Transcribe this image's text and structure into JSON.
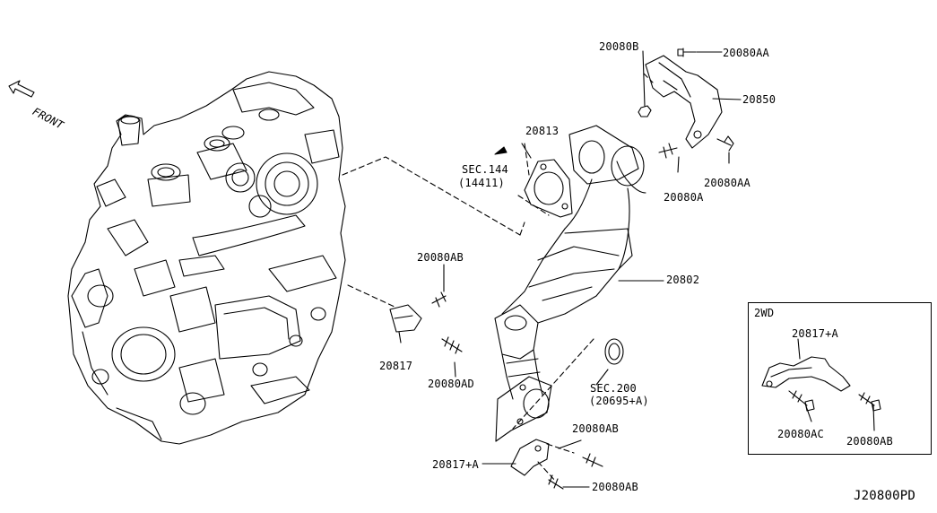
{
  "front_label": "FRONT",
  "diagram_code": "J20800PD",
  "inset": {
    "title": "2WD"
  },
  "labels": {
    "p20080B": "20080B",
    "p20080AA_top": "20080AA",
    "p20850": "20850",
    "p20813": "20813",
    "sec144": "SEC.144",
    "sec144_ref": "(14411)",
    "p20080AA_bottom": "20080AA",
    "p20080A": "20080A",
    "p20802": "20802",
    "p20080AB_left": "20080AB",
    "p20817": "20817",
    "p20080AD": "20080AD",
    "sec200": "SEC.200",
    "sec200_ref": "(20695+A)",
    "p20080AB_mid": "20080AB",
    "p20817A_main": "20817+A",
    "p20080AB_bottom": "20080AB",
    "p20817A_inset": "20817+A",
    "p20080AC": "20080AC",
    "p20080AB_inset": "20080AB"
  }
}
